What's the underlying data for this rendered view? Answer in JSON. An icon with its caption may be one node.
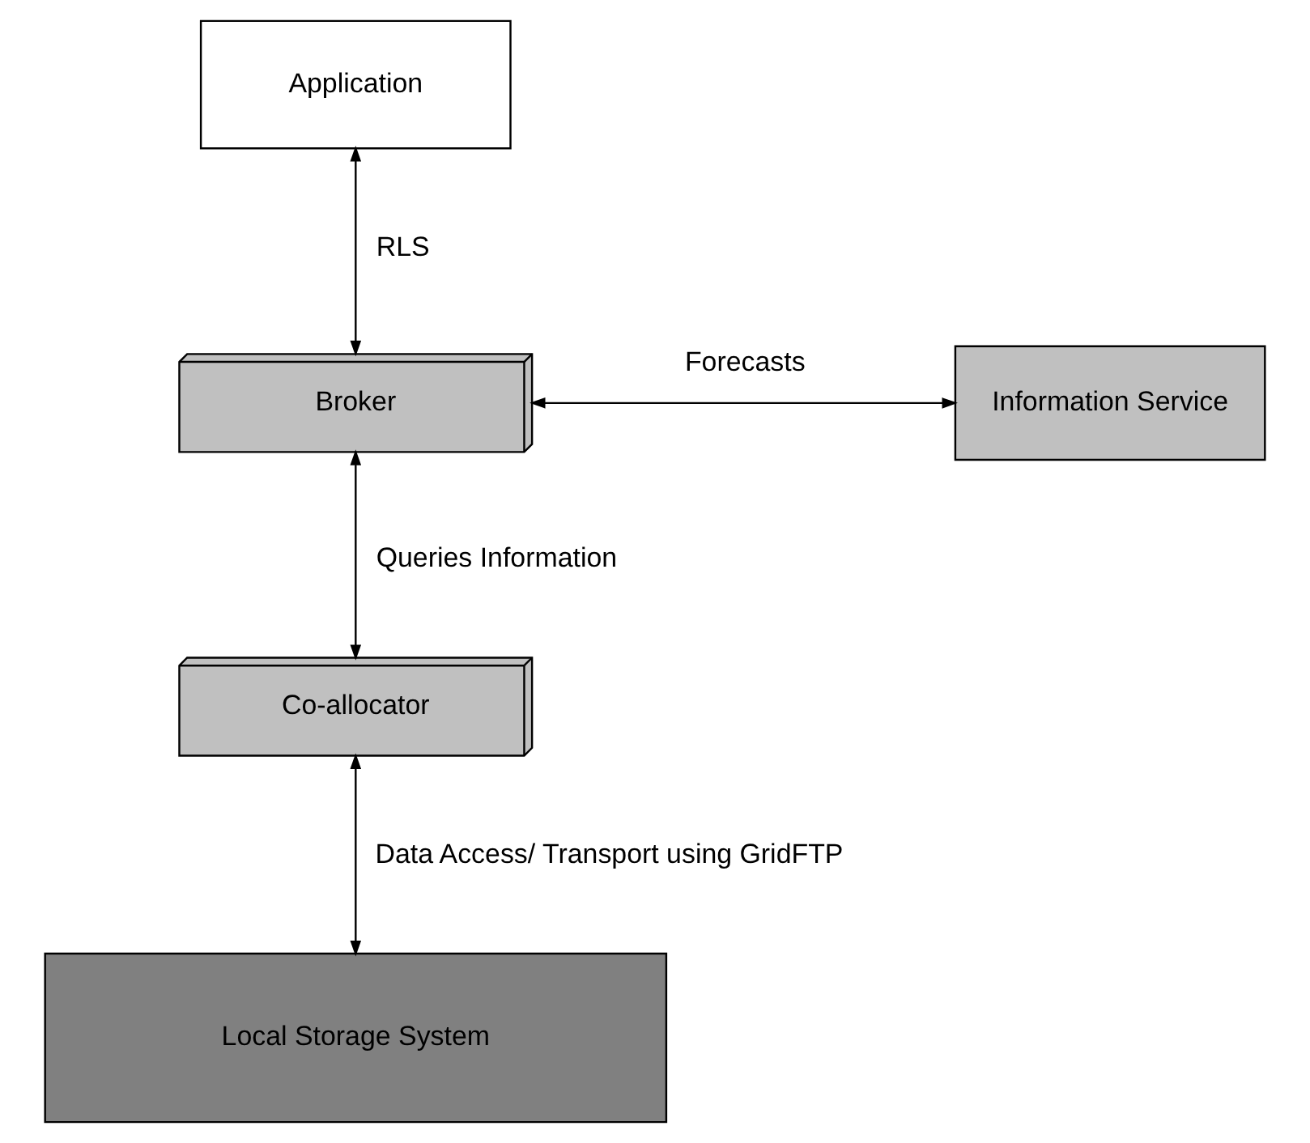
{
  "diagram": {
    "nodes": [
      {
        "text": [
          "Application"
        ]
      },
      {
        "text": [
          "Broker"
        ]
      },
      {
        "text": [
          "Information Service"
        ]
      },
      {
        "text": [
          "Co-allocator"
        ]
      },
      {
        "text": [
          "Local Storage System"
        ]
      }
    ],
    "edges": [
      {
        "from": 0,
        "to": 1,
        "arrow": "both",
        "label": "RLS"
      },
      {
        "from": 1,
        "to": 2,
        "arrow": "both",
        "label": "Forecasts"
      },
      {
        "from": 1,
        "to": 3,
        "arrow": "both",
        "label": "Queries Information"
      },
      {
        "from": 3,
        "to": 4,
        "arrow": "both",
        "label": "Data Access/ Transport using GridFTP"
      }
    ]
  }
}
